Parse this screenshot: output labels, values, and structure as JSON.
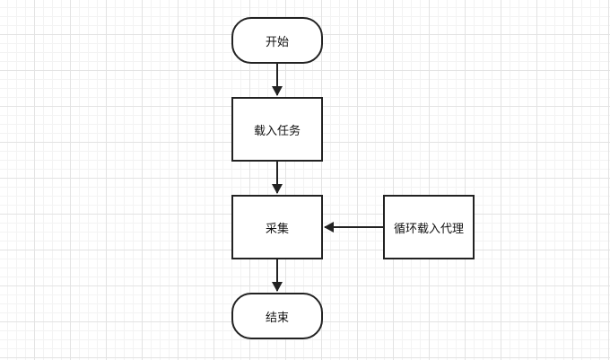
{
  "nodes": {
    "start": {
      "label": "开始"
    },
    "load": {
      "label": "载入任务"
    },
    "collect": {
      "label": "采集"
    },
    "proxy": {
      "label": "循环载入代理"
    },
    "end": {
      "label": "结束"
    }
  },
  "edges": [
    {
      "from": "start",
      "to": "load"
    },
    {
      "from": "load",
      "to": "collect"
    },
    {
      "from": "collect",
      "to": "end"
    },
    {
      "from": "proxy",
      "to": "collect"
    }
  ],
  "colors": {
    "stroke": "#222222",
    "background": "#ffffff",
    "grid_major": "#e3e3e3",
    "grid_minor": "#f3f3f3"
  }
}
